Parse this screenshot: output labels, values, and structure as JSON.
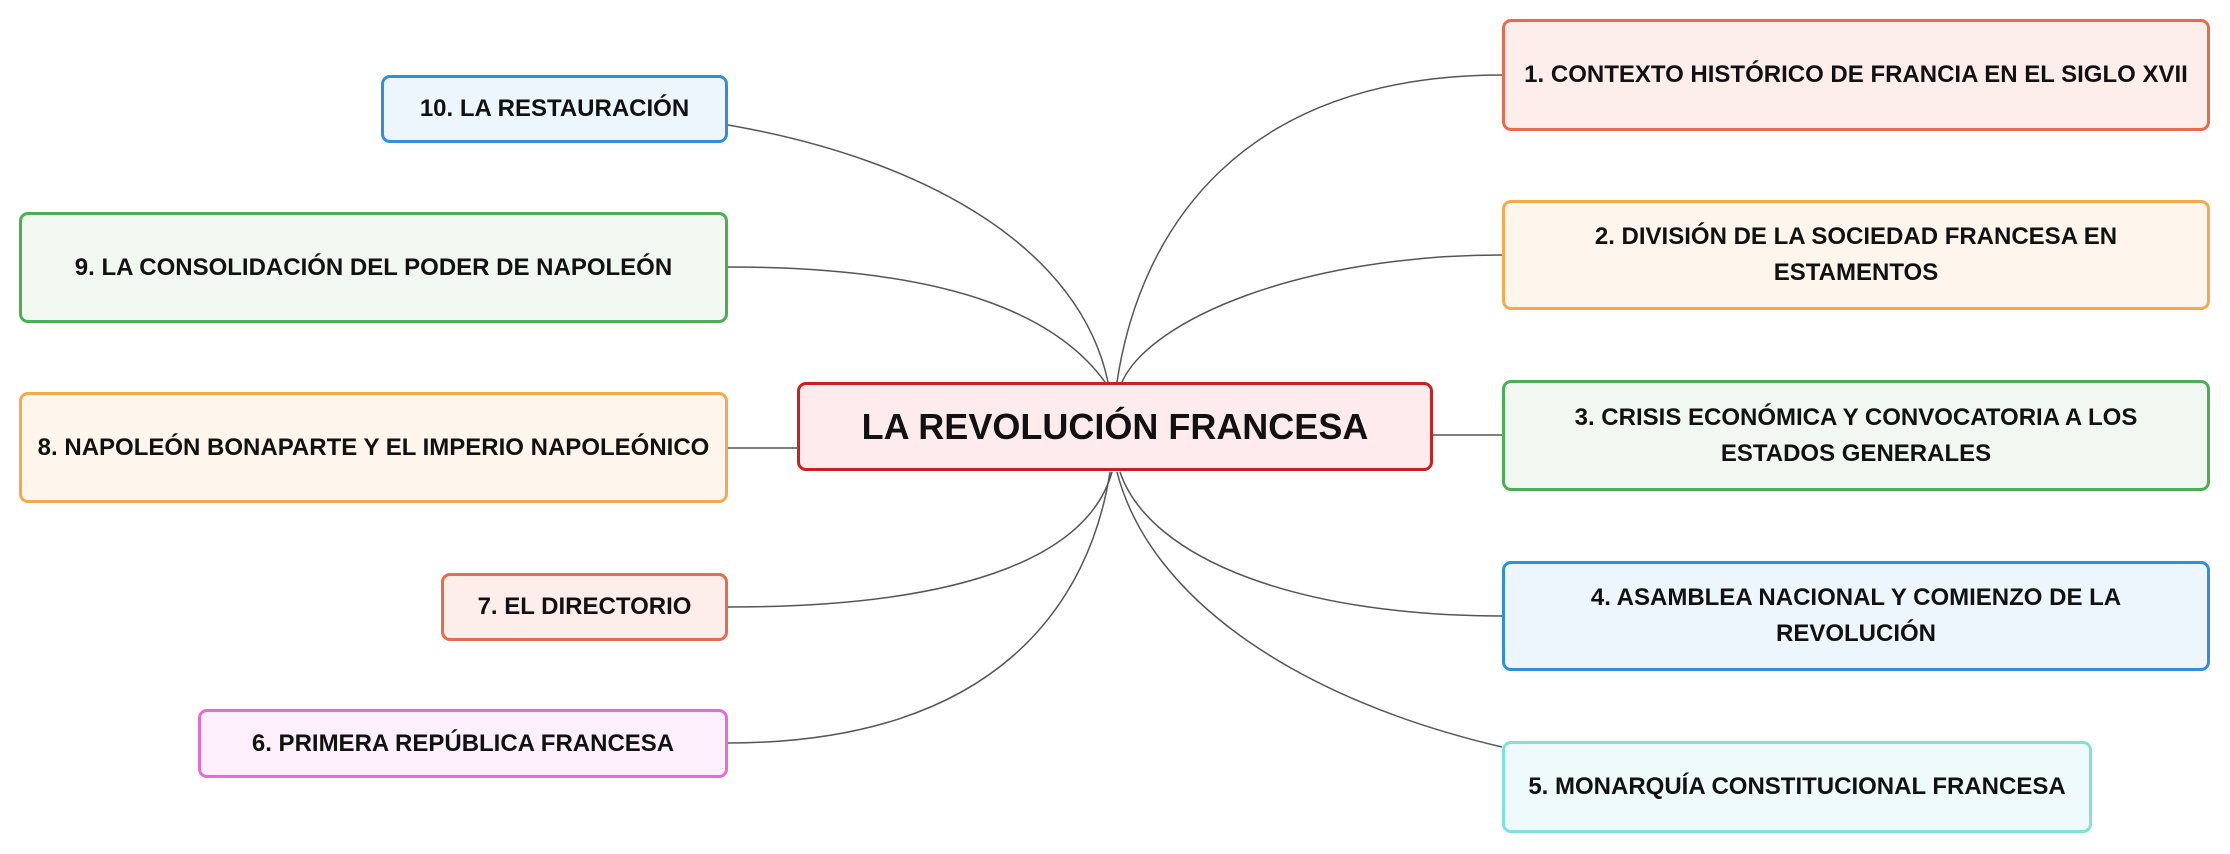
{
  "central": {
    "label": "LA REVOLUCIÓN FRANCESA",
    "border": "#cc1f1f",
    "fill": "#fdebed"
  },
  "topics": [
    {
      "id": "1",
      "label": "1. CONTEXTO HISTÓRICO DE FRANCIA EN EL SIGLO XVII",
      "border": "#e86a4f",
      "fill": "#fdeeeb"
    },
    {
      "id": "2",
      "label": "2. DIVISIÓN DE LA SOCIEDAD FRANCESA EN ESTAMENTOS",
      "border": "#f5a94f",
      "fill": "#fef5ec"
    },
    {
      "id": "3",
      "label": "3. CRISIS ECONÓMICA Y CONVOCATORIA A LOS ESTADOS GENERALES",
      "border": "#4cae55",
      "fill": "#f1f8f1"
    },
    {
      "id": "4",
      "label": "4. ASAMBLEA NACIONAL Y COMIENZO DE LA REVOLUCIÓN",
      "border": "#2f8fd8",
      "fill": "#edf6fd"
    },
    {
      "id": "5",
      "label": "5. MONARQUÍA CONSTITUCIONAL FRANCESA",
      "border": "#7fe0dc",
      "fill": "#effbfa"
    },
    {
      "id": "6",
      "label": "6. PRIMERA REPÚBLICA FRANCESA",
      "border": "#e86ad8",
      "fill": "#fdeffb"
    },
    {
      "id": "7",
      "label": "7. EL DIRECTORIO",
      "border": "#e86a4f",
      "fill": "#fdeeeb"
    },
    {
      "id": "8",
      "label": "8. NAPOLEÓN BONAPARTE Y EL IMPERIO NAPOLEÓNICO",
      "border": "#f5a94f",
      "fill": "#fef5ec"
    },
    {
      "id": "9",
      "label": "9. LA CONSOLIDACIÓN DEL PODER DE NAPOLEÓN",
      "border": "#4cae55",
      "fill": "#f1f8f1"
    },
    {
      "id": "10",
      "label": "10. LA RESTAURACIÓN",
      "border": "#2f8fd8",
      "fill": "#edf6fd"
    }
  ],
  "connector_color": "#555555"
}
